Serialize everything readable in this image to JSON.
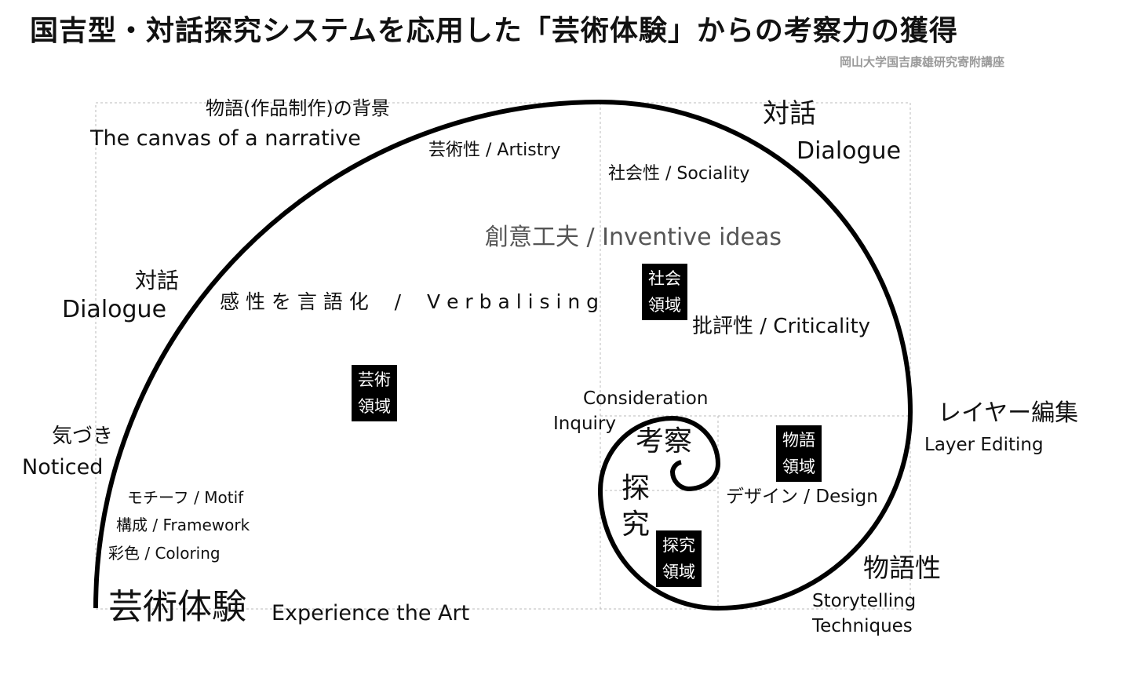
{
  "title": "国吉型・対話探究システムを応用した「芸術体験」からの考察力の獲得",
  "subtitle": "岡山大学国吉康雄研究寄附講座",
  "labels": {
    "narrative_ja": "物語(作品制作)の背景",
    "narrative_en": "The canvas of a narrative",
    "artistry": "芸術性 / Artistry",
    "dialogue_top_ja": "対話",
    "dialogue_top_en": "Dialogue",
    "sociality": "社会性 / Sociality",
    "inventive": "創意工夫 / Inventive ideas",
    "dialogue_left_ja": "対話",
    "dialogue_left_en": "Dialogue",
    "verbalising": "感 性 を 言 語 化 　/　 V e r b a l i s i n g",
    "criticality": "批評性 / Criticality",
    "consideration": "Consideration",
    "inquiry": "Inquiry",
    "kousatsu": "考察",
    "tankyu": "探究",
    "layer_ja": "レイヤー編集",
    "layer_en": "Layer Editing",
    "noticed_ja": "気づき",
    "noticed_en": "Noticed",
    "motif": "モチーフ / Motif",
    "framework": "構成 / Framework",
    "coloring": "彩色 / Coloring",
    "design": "デザイン / Design",
    "storytelling_ja": "物語性",
    "storytelling_en1": "Storytelling",
    "storytelling_en2": "Techniques",
    "art_ja": "芸術体験",
    "art_en": "Experience the  Art"
  },
  "badges": {
    "social": [
      "社会",
      "領域"
    ],
    "art": [
      "芸術",
      "領域"
    ],
    "story": [
      "物語",
      "領域"
    ],
    "inquiry": [
      "探究",
      "領域"
    ]
  }
}
